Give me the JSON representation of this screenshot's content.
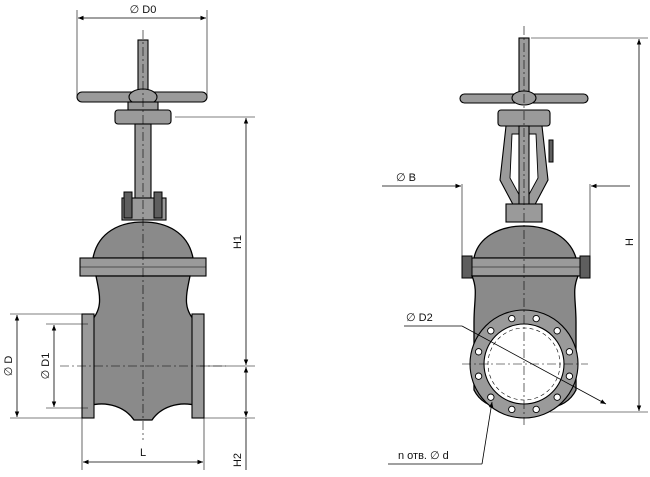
{
  "labels": {
    "d0": "∅ D0",
    "h1": "H1",
    "h": "H",
    "b": "∅ B",
    "d": "∅ D",
    "d1": "∅ D1",
    "d2": "∅ D2",
    "l": "L",
    "h2": "H2",
    "holes": "n отв. ∅ d"
  },
  "colors": {
    "body": "#8a8a8a",
    "line": "#000000",
    "background": "#ffffff"
  }
}
